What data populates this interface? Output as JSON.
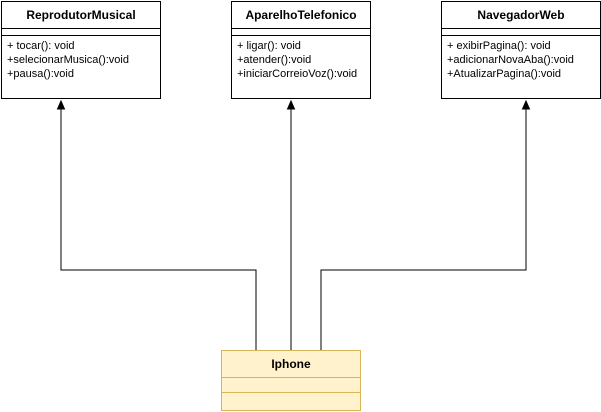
{
  "diagram": {
    "classes": [
      {
        "id": "reprodutor",
        "name": "ReprodutorMusical",
        "methods": [
          "+ tocar(): void",
          "+selecionarMusica():void",
          "+pausa():void"
        ]
      },
      {
        "id": "aparelho",
        "name": "AparelhoTelefonico",
        "methods": [
          "+ ligar(): void",
          "+atender():void",
          "+iniciarCorreioVoz():void"
        ]
      },
      {
        "id": "navegador",
        "name": "NavegadorWeb",
        "methods": [
          "+ exibirPagina(): void",
          "+adicionarNovaAba():void",
          "+AtualizarPagina():void"
        ]
      }
    ],
    "implementor": {
      "name": "Iphone",
      "fill_color": "#fff2cc",
      "border_color": "#d6b656"
    },
    "relations": [
      {
        "from": "Iphone",
        "to": "ReprodutorMusical",
        "arrow": "filled-triangle"
      },
      {
        "from": "Iphone",
        "to": "AparelhoTelefonico",
        "arrow": "filled-triangle"
      },
      {
        "from": "Iphone",
        "to": "NavegadorWeb",
        "arrow": "filled-triangle"
      }
    ]
  }
}
